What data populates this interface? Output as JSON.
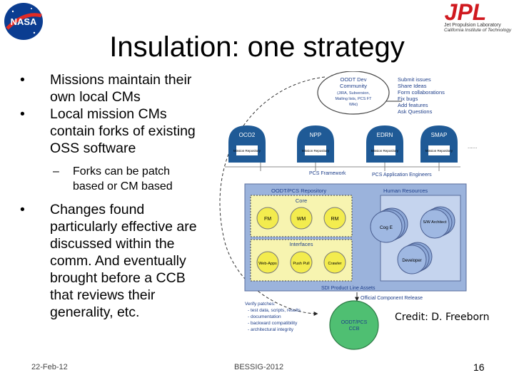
{
  "slide": {
    "title": "Insulation: one strategy",
    "bullets": [
      "Missions maintain their own local CMs",
      "Local mission CMs contain forks of existing OSS software"
    ],
    "sub_bullet": "Forks can be patch based or CM based",
    "bullet3": "Changes found particularly effective are discussed within the comm. And eventually brought before a CCB that reviews their generality, etc.",
    "credit": "Credit: D. Freeborn",
    "footer_date": "22-Feb-12",
    "footer_center": "BESSIG-2012",
    "page_number": "16"
  },
  "logos": {
    "nasa": "NASA",
    "jpl": "JPL",
    "jpl_line1": "Jet Propulsion Laboratory",
    "jpl_line2": "California Institute of Technology"
  },
  "diagram": {
    "community_line1": "OODT Dev",
    "community_line2": "Community",
    "community_line3": "(JIRA, Subversion,",
    "community_line4": "Mailing lists, PCS FT",
    "community_line5": "Wiki)",
    "actions": [
      "Submit issues",
      "Share Ideas",
      "Form collaborations",
      "Fix bugs",
      "Add features",
      "Ask Questions"
    ],
    "missions": [
      "OCO2",
      "NPP",
      "EDRN",
      "SMAP"
    ],
    "mission_repo": "Mission Repository",
    "ellipsis": "......",
    "pcs_framework": "PCS Framework",
    "pcs_engineers": "PCS Application Engineers",
    "repo_title": "OODT/PCS Repository",
    "core": "Core",
    "core_items": [
      "FM",
      "WM",
      "RM"
    ],
    "interfaces": "Interfaces",
    "interface_items": [
      "Web-Apps",
      "Push Pull",
      "Crawler"
    ],
    "human_resources": "Human Resources",
    "hr_items": [
      "Cog E",
      "S/W Architect",
      "Developer"
    ],
    "sdi": "SDI Product Line Assets",
    "release": "Official Component Release",
    "verify_title": "Verify patches:",
    "verify_items": [
      "- test data, scripts, results",
      "- documentation",
      "- backward compatibility",
      "- architectural integrity"
    ],
    "ccb_line1": "OODT/PCS",
    "ccb_line2": "CCB"
  },
  "colors": {
    "mission_blue": "#1f5a96",
    "yellow": "#f3ec4e",
    "repo_blue": "#9bb3dc",
    "ccb_green": "#4fbf72",
    "jpl_red": "#d0191f"
  }
}
